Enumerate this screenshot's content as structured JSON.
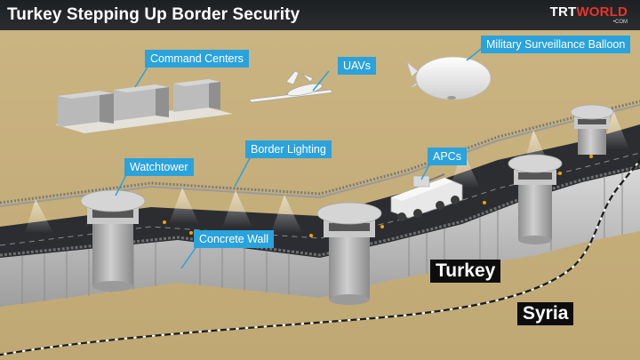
{
  "header": {
    "title": "Turkey Stepping Up Border Security",
    "brand_prefix": "TRT",
    "brand_suffix": "WORLD",
    "brand_sub": "•COM"
  },
  "labels": {
    "command_centers": "Command Centers",
    "uavs": "UAVs",
    "balloon": "Military Surveillance Balloon",
    "border_lighting": "Border Lighting",
    "watchtower": "Watchtower",
    "apcs": "APCs",
    "concrete_wall": "Concrete Wall"
  },
  "countries": {
    "north": "Turkey",
    "south": "Syria"
  },
  "colors": {
    "callout": "#2aa2dc",
    "ground": "#c9b27c",
    "wall": "#cdcdcd",
    "road": "#2b2d30",
    "brand_accent": "#e8332a"
  }
}
